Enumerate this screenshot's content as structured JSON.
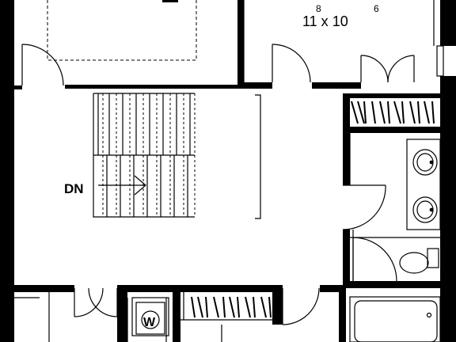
{
  "labels": {
    "top_dimension": "11 x 10",
    "top_dimension_sup_1": "8",
    "top_dimension_sup_2": "6",
    "stair_direction": "DN",
    "washer_mark": "W"
  },
  "colors": {
    "ink": "#000000",
    "paper": "#ffffff"
  }
}
